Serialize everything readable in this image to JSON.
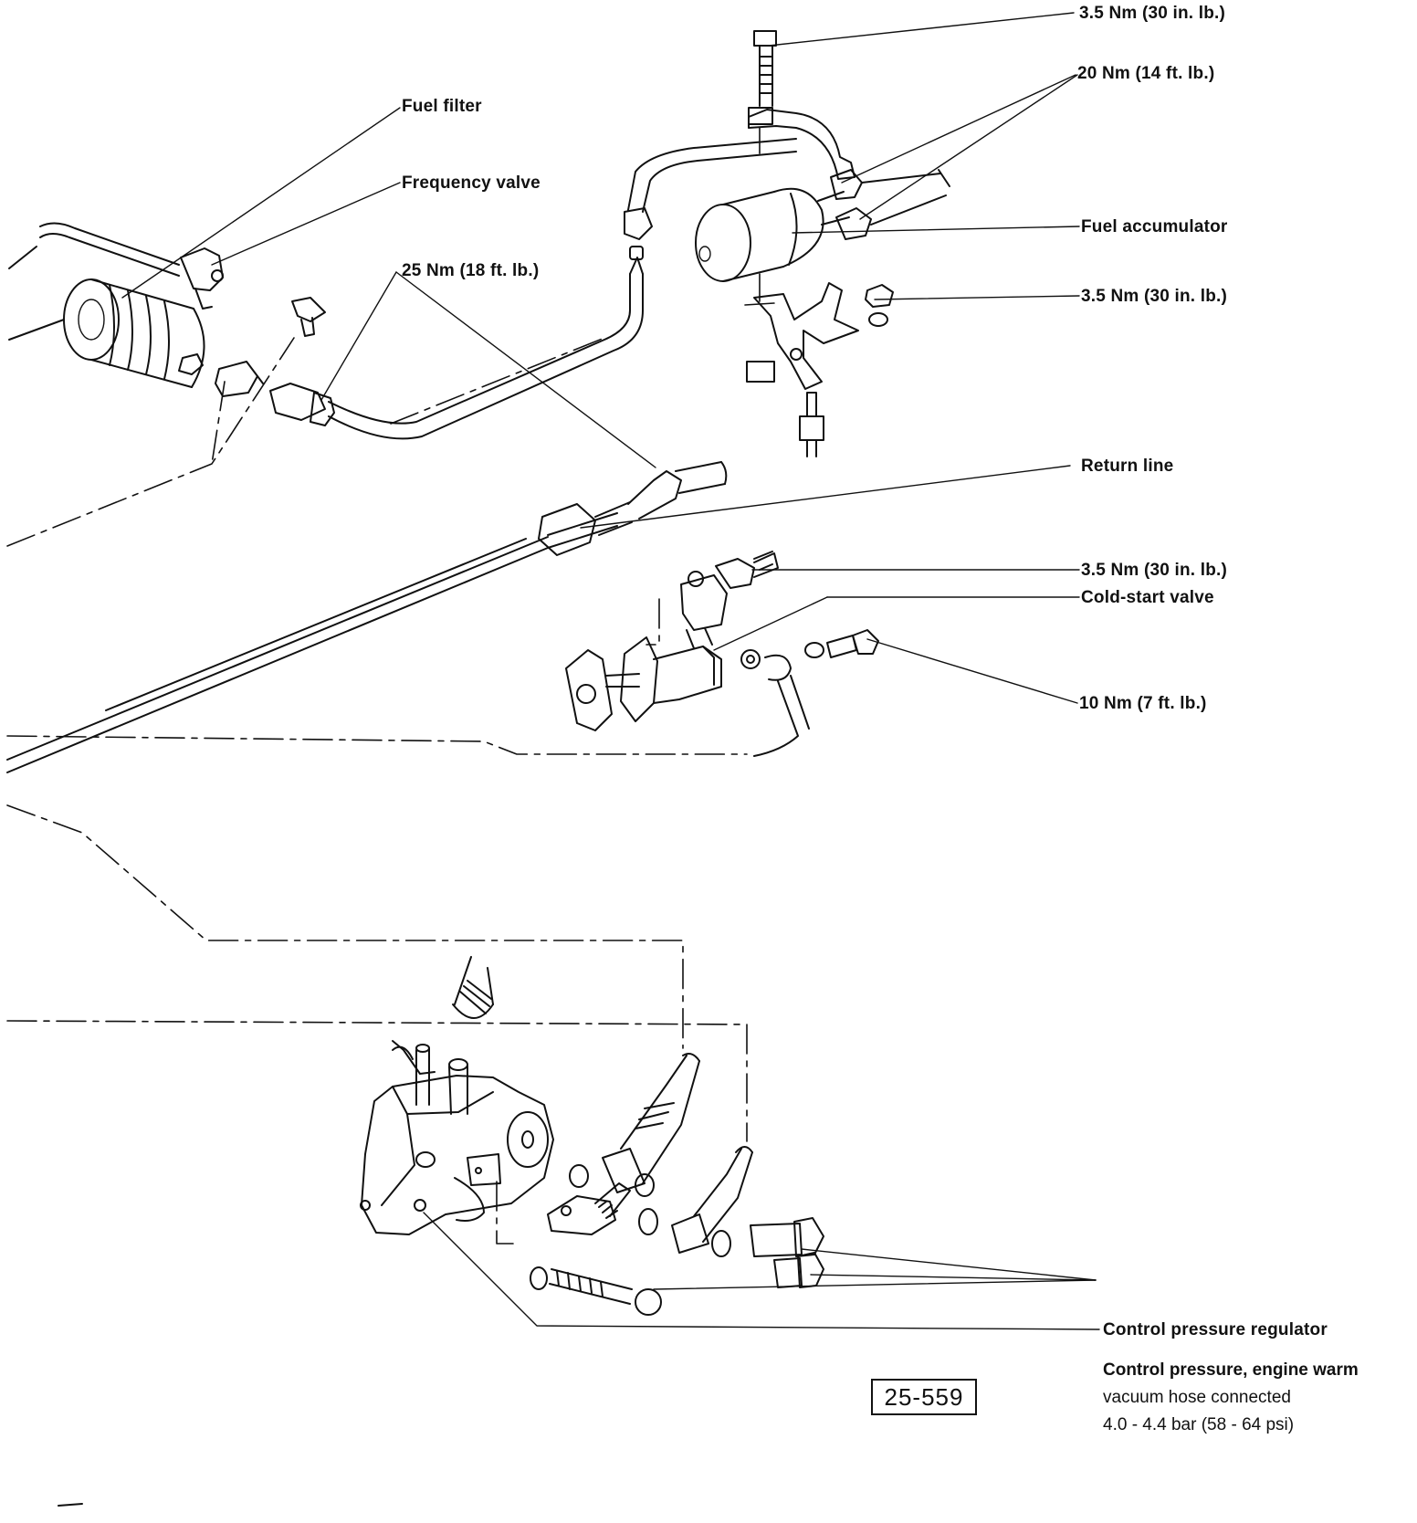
{
  "labels": {
    "torque_top_bolt": "3.5 Nm (30 in. lb.)",
    "torque_accumulator_fittings": "20 Nm (14 ft. lb.)",
    "fuel_filter": "Fuel filter",
    "frequency_valve": "Frequency valve",
    "fuel_accumulator": "Fuel accumulator",
    "torque_filter_fittings": "25 Nm (18 ft. lb.)",
    "torque_bracket_nut": "3.5 Nm (30 in. lb.)",
    "return_line": "Return line",
    "torque_cold_start_bolt": "3.5 Nm (30 in. lb.)",
    "cold_start_valve": "Cold-start valve",
    "torque_banjo_bolt": "10 Nm (7 ft. lb.)",
    "control_pressure_regulator": "Control pressure regulator"
  },
  "spec_note": {
    "title": "Control pressure, engine warm",
    "condition": "vacuum hose connected",
    "value": "4.0 - 4.4 bar (58 - 64 psi)"
  },
  "figure_number": "25-559"
}
